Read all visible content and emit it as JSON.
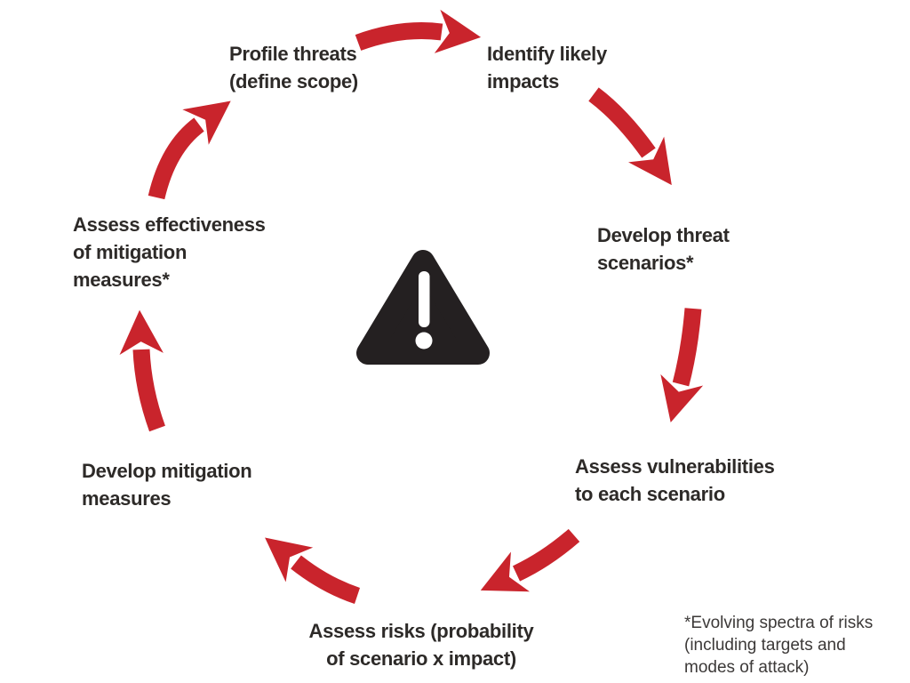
{
  "diagram_title": "threat-risk-assessment-cycle",
  "steps": [
    {
      "id": "profile-threats",
      "label": "Profile threats\n(define scope)"
    },
    {
      "id": "identify-impacts",
      "label": "Identify likely\nimpacts"
    },
    {
      "id": "develop-scenarios",
      "label": "Develop threat\nscenarios*"
    },
    {
      "id": "assess-vulnerabilities",
      "label": "Assess vulnerabilities\nto each scenario"
    },
    {
      "id": "assess-risks",
      "label": "Assess risks (probability\nof scenario x impact)"
    },
    {
      "id": "develop-mitigation",
      "label": "Develop mitigation\nmeasures"
    },
    {
      "id": "assess-effectiveness",
      "label": "Assess effectiveness\nof mitigation\nmeasures*"
    }
  ],
  "footnote": "*Evolving spectra of risks\n(including targets and\nmodes of attack)",
  "center_icon": "warning-triangle",
  "colors": {
    "arrow": "#c9242c",
    "text": "#2d2a28",
    "icon": "#242021",
    "background": "#ffffff"
  }
}
